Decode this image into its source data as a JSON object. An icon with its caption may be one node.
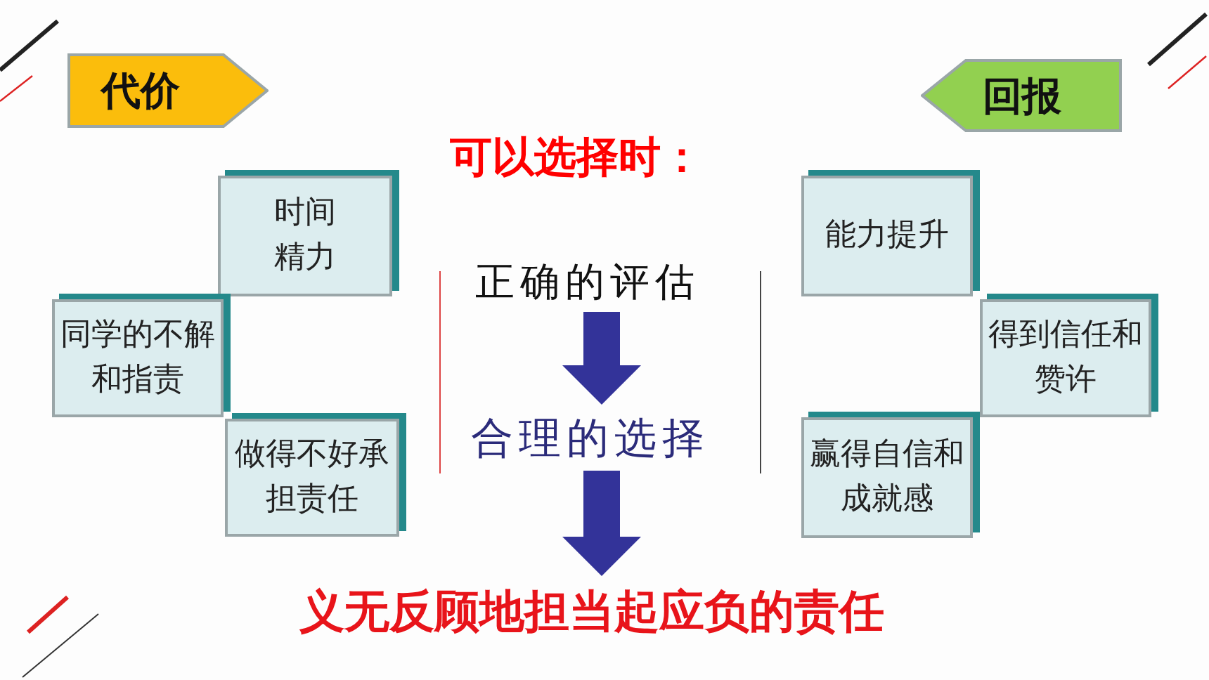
{
  "diagram": {
    "title": "可以选择时：",
    "nodes": [
      {
        "text": [
          "代价"
        ]
      },
      {
        "text": [
          "回报"
        ]
      },
      {
        "text": [
          "时间精力"
        ]
      },
      {
        "text": [
          "同学的不解和指责"
        ]
      },
      {
        "text": [
          "做得不好承担责任"
        ]
      },
      {
        "text": [
          "能力提升"
        ]
      },
      {
        "text": [
          "得到信任和赞许"
        ]
      },
      {
        "text": [
          "赢得自信和成就感"
        ]
      },
      {
        "text": [
          "正确的评估"
        ]
      },
      {
        "text": [
          "合理的选择"
        ]
      },
      {
        "text": [
          "义无反顾地担当起应负的责任"
        ]
      }
    ],
    "edges": [
      {
        "from": 8,
        "to": 9,
        "arrow": "to"
      },
      {
        "from": 9,
        "to": 10,
        "arrow": "to"
      }
    ]
  }
}
